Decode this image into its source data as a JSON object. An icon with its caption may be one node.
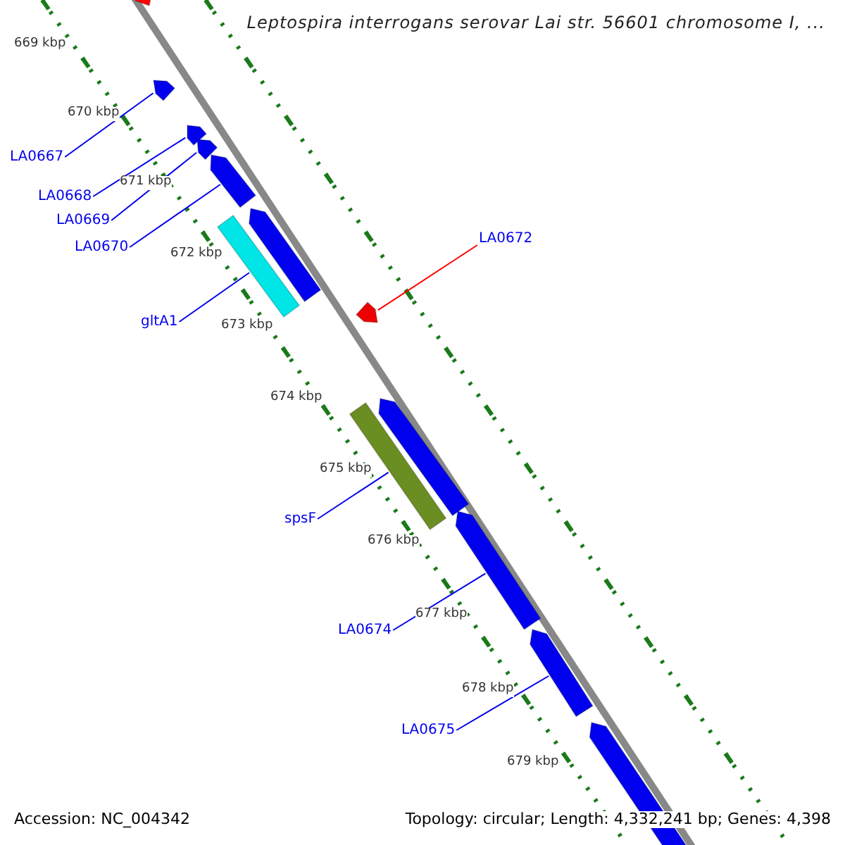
{
  "diagram": {
    "title": "Leptospira interrogans serovar Lai str. 56601 chromosome I, ...",
    "nodes": [
      {
        "text": [
          "LA0667"
        ]
      },
      {
        "text": [
          "LA0668"
        ]
      },
      {
        "text": [
          "LA0669"
        ]
      },
      {
        "text": [
          "LA0670"
        ]
      },
      {
        "text": [
          "gltA1"
        ]
      },
      {
        "text": [
          "LA0672"
        ]
      },
      {
        "text": [
          "spsF"
        ]
      },
      {
        "text": [
          "LA0674"
        ]
      },
      {
        "text": [
          "LA0675"
        ]
      },
      {
        "text": [],
        "shape": "arrow"
      },
      {
        "text": [],
        "shape": "arrow"
      },
      {
        "text": [],
        "shape": "arrow"
      },
      {
        "text": [],
        "shape": "arrow"
      },
      {
        "text": [],
        "shape": "arrow"
      },
      {
        "text": [],
        "shape": "arrow"
      },
      {
        "text": [],
        "shape": "bar"
      },
      {
        "text": [],
        "shape": "arrow"
      },
      {
        "text": [],
        "shape": "arrow"
      },
      {
        "text": [],
        "shape": "bar"
      },
      {
        "text": [],
        "shape": "arrow"
      },
      {
        "text": [],
        "shape": "arrow"
      },
      {
        "text": [],
        "shape": "arrow"
      }
    ],
    "edges": [
      {
        "from": 0,
        "to": 10,
        "arrow": "none"
      },
      {
        "from": 1,
        "to": 11,
        "arrow": "none"
      },
      {
        "from": 2,
        "to": 12,
        "arrow": "none"
      },
      {
        "from": 3,
        "to": 13,
        "arrow": "none"
      },
      {
        "from": 4,
        "to": 15,
        "arrow": "none"
      },
      {
        "from": 5,
        "to": 16,
        "arrow": "none",
        "color": "#ff0000"
      },
      {
        "from": 6,
        "to": 18,
        "arrow": "none"
      },
      {
        "from": 7,
        "to": 19,
        "arrow": "none"
      },
      {
        "from": 8,
        "to": 20,
        "arrow": "none"
      }
    ],
    "labels": [
      "669 kbp",
      "670 kbp",
      "671 kbp",
      "672 kbp",
      "673 kbp",
      "674 kbp",
      "675 kbp",
      "676 kbp",
      "677 kbp",
      "678 kbp",
      "679 kbp",
      "Accession: NC_004342",
      "Topology: circular; Length: 4,332,241 bp; Genes: 4,398"
    ]
  }
}
